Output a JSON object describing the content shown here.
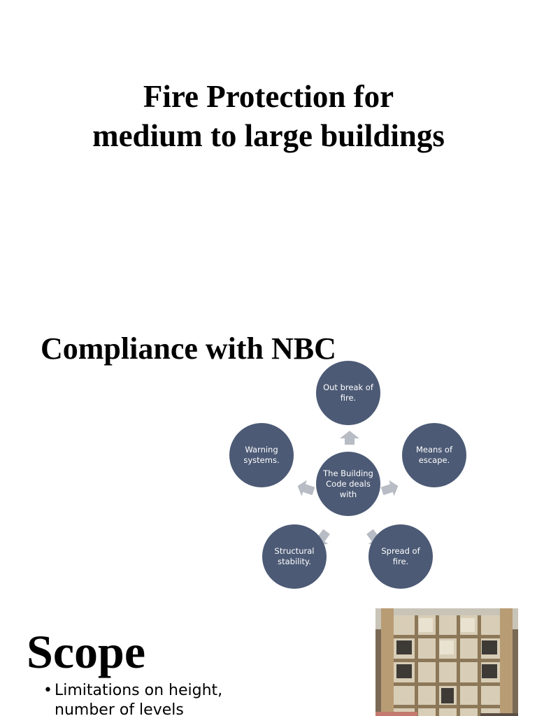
{
  "slides": [
    {
      "title_lines": [
        "Fire Protection for",
        "medium to large buildings"
      ]
    },
    {
      "title": "Compliance with NBC",
      "diagram": {
        "center": "The Building Code deals with",
        "items": [
          {
            "label": "Out break of fire."
          },
          {
            "label": "Means of escape."
          },
          {
            "label": "Spread of fire."
          },
          {
            "label": "Structural stability."
          },
          {
            "label": "Warning systems."
          }
        ],
        "colors": {
          "circle": "#4c5a75",
          "arrow": "#b8bcc4",
          "text": "#ffffff"
        }
      }
    },
    {
      "title": "Scope",
      "bullets": [
        {
          "marker": "•",
          "text": "Limitations on height, number of levels"
        }
      ],
      "image": {
        "subject": "multi-storey atrium interior",
        "icon": "building-atrium-photo"
      }
    }
  ]
}
